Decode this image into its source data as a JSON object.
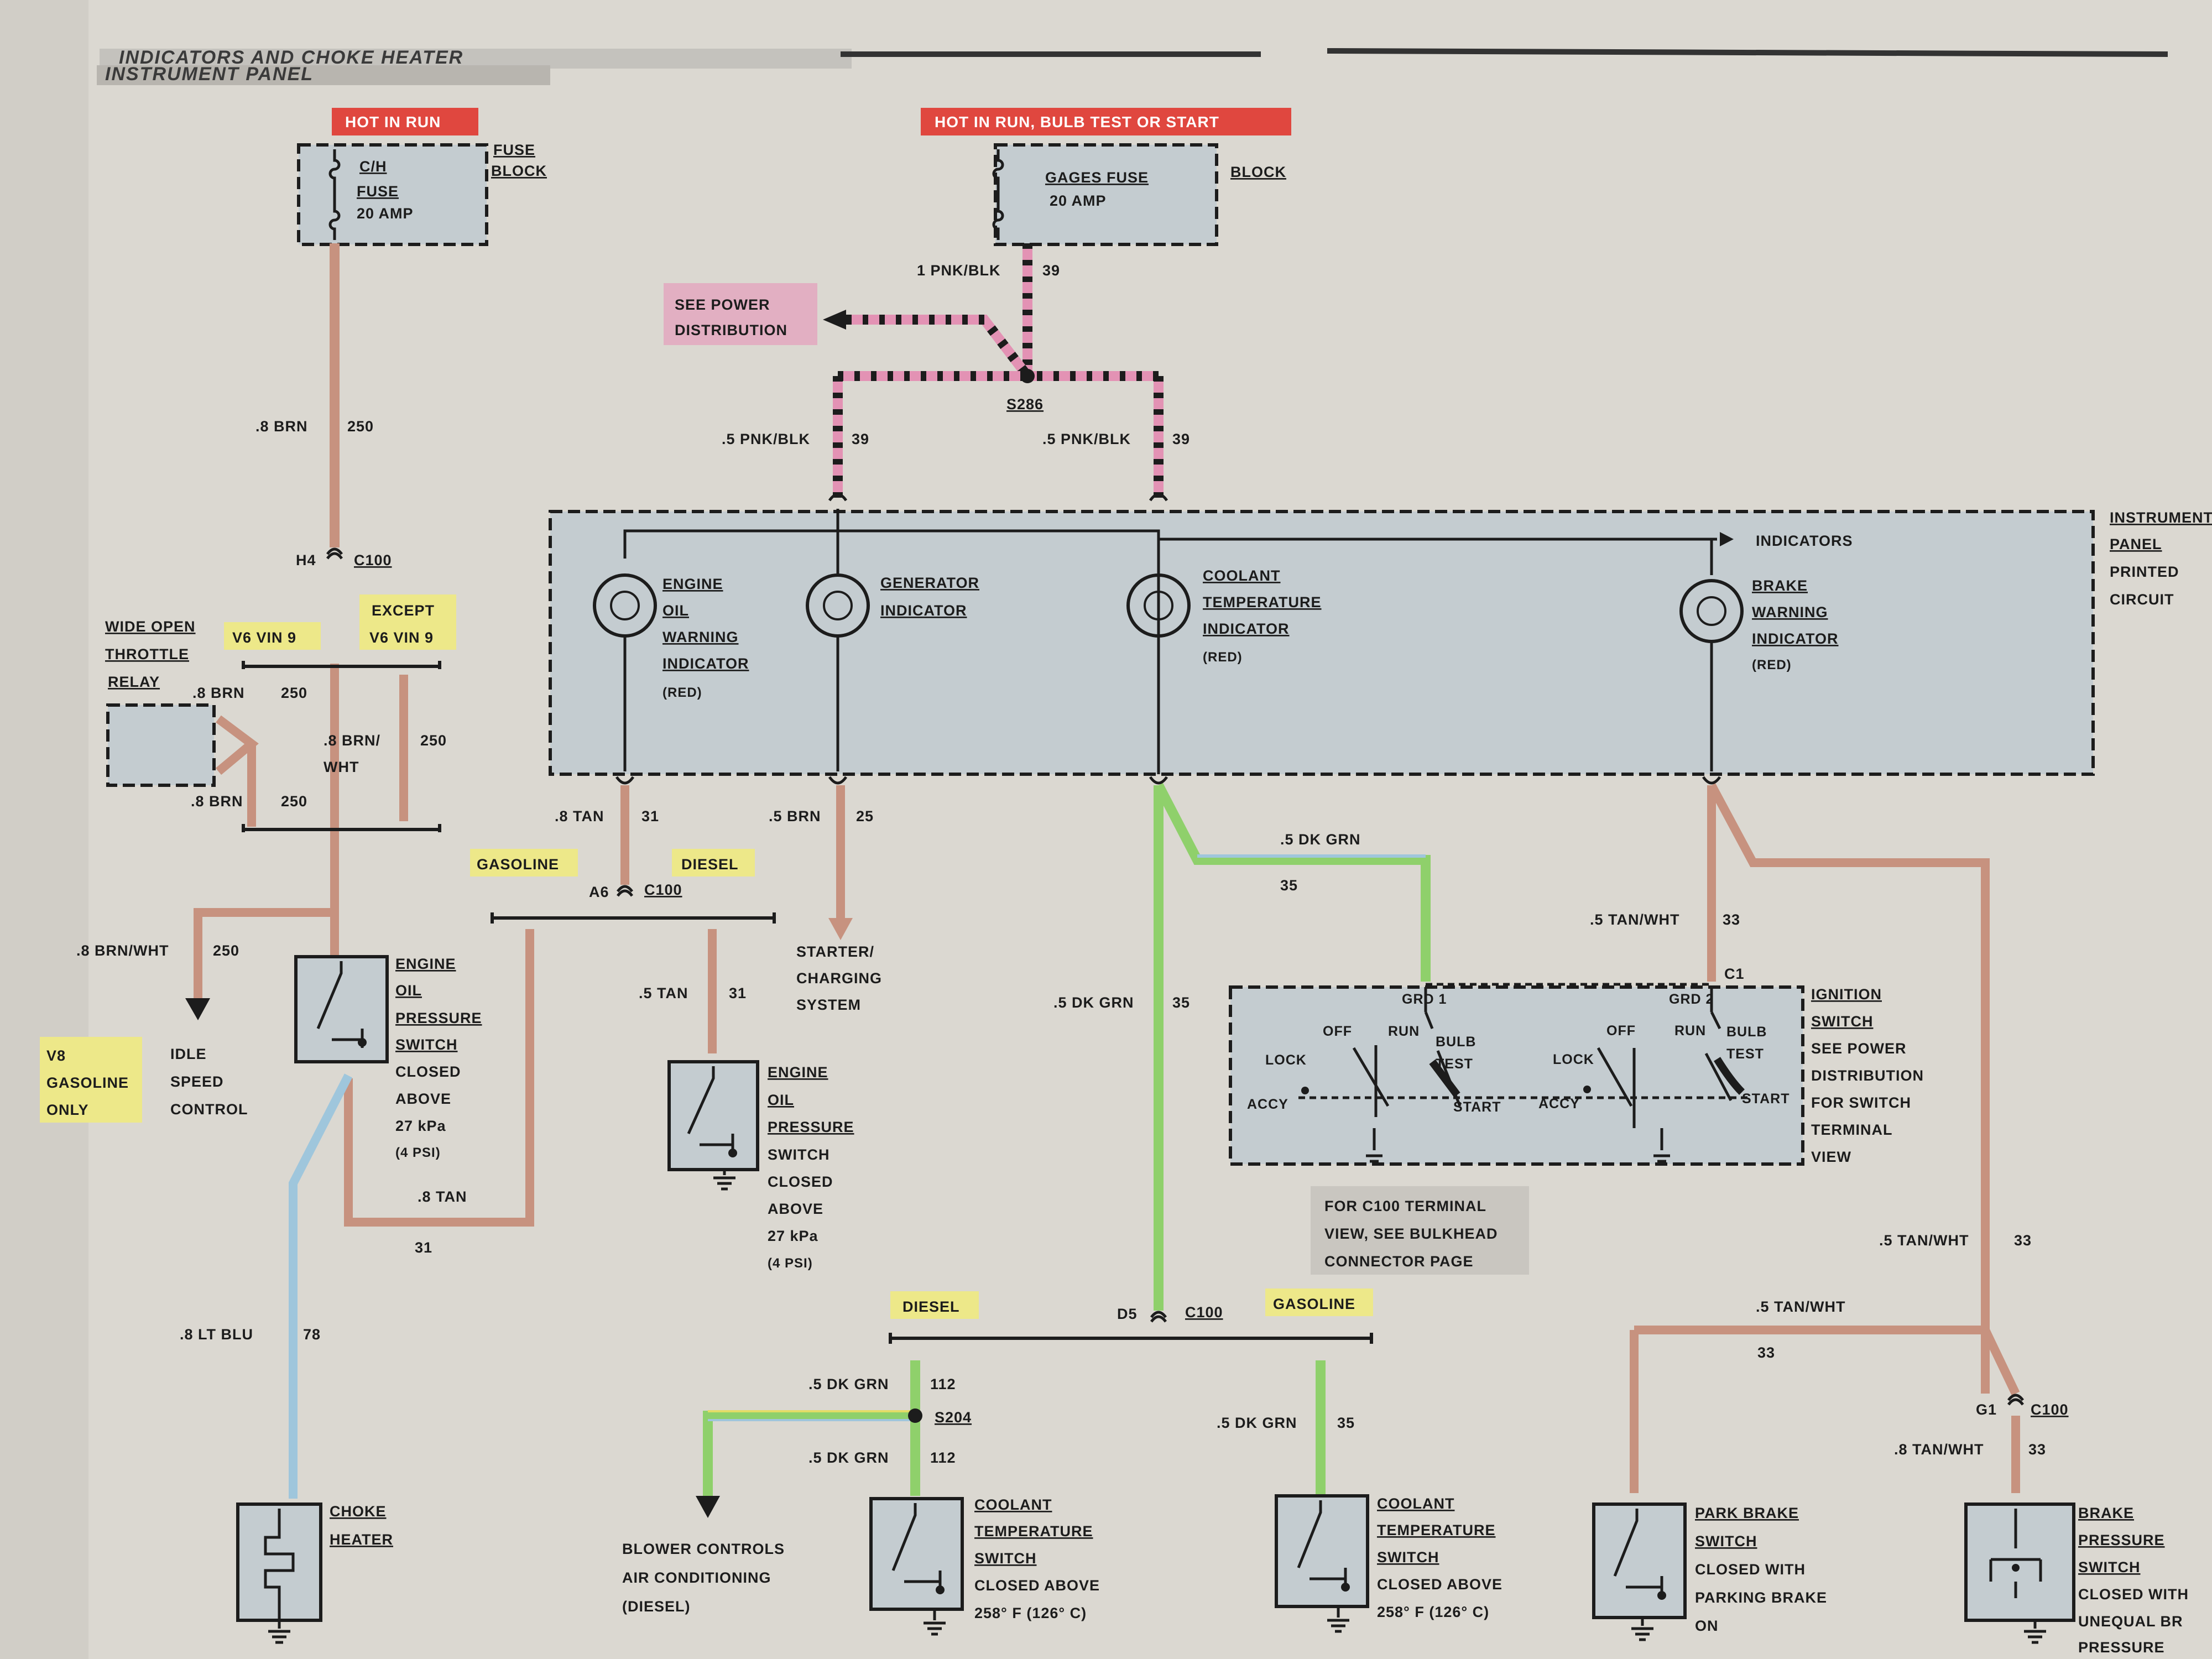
{
  "header": {
    "section": "INDICATORS AND CHOKE HEATER",
    "title": "INSTRUMENT PANEL"
  },
  "tags": {
    "hot_in_run": "HOT IN RUN",
    "hot_bulb_test": "HOT IN RUN,  BULB TEST OR START"
  },
  "fuses": {
    "ch": {
      "name": "C/H",
      "line2": "FUSE",
      "rating": "20 AMP",
      "block_label": "FUSE",
      "block_label2": "BLOCK"
    },
    "gages": {
      "name": "GAGES FUSE",
      "rating": "20 AMP",
      "block_label": "BLOCK"
    }
  },
  "see_power": {
    "line1": "SEE POWER",
    "line2": "DISTRIBUTION"
  },
  "splices": {
    "s286": "S286",
    "s204": "S204"
  },
  "connectors": {
    "h4": "H4",
    "a6": "A6",
    "d5": "D5",
    "g1": "G1",
    "c1": "C1",
    "c100": "C100"
  },
  "wires": {
    "pnk_blk_1": "1 PNK/BLK",
    "c39": "39",
    "pnk_blk_5": ".5 PNK/BLK",
    "brn_8": ".8 BRN",
    "c250": "250",
    "brn_wht_8a": ".8 BRN/",
    "brn_wht_8b": "WHT",
    "brn_wht_8": ".8 BRN/WHT",
    "tan_8": ".8 TAN",
    "c31": "31",
    "brn_5": ".5 BRN",
    "c25": "25",
    "tan_5": ".5 TAN",
    "dk_grn_5": ".5 DK GRN",
    "c35": "35",
    "c112": "112",
    "tan_wht_5": ".5 TAN/WHT",
    "c33": "33",
    "tan_wht_8": ".8 TAN/WHT",
    "lt_blu_8": ".8 LT BLU",
    "c78": "78"
  },
  "variants": {
    "v6_vin9": "V6 VIN 9",
    "except1": "EXCEPT",
    "except2": "V6 VIN 9",
    "gasoline": "GASOLINE",
    "diesel": "DIESEL",
    "v8_1": "V8",
    "v8_2": "GASOLINE",
    "v8_3": "ONLY"
  },
  "instrument_panel": {
    "label1": "INSTRUMENT",
    "label2": "PANEL",
    "label3": "PRINTED",
    "label4": "CIRCUIT",
    "indicators_arrow": "INDICATORS",
    "engine_oil": [
      "ENGINE",
      "OIL",
      "WARNING",
      "INDICATOR",
      "(RED)"
    ],
    "generator": [
      "GENERATOR",
      "INDICATOR"
    ],
    "coolant": [
      "COOLANT",
      "TEMPERATURE",
      "INDICATOR",
      "(RED)"
    ],
    "brake": [
      "BRAKE",
      "WARNING",
      "INDICATOR",
      "(RED)"
    ]
  },
  "components": {
    "wot_relay": [
      "WIDE OPEN",
      "THROTTLE",
      "RELAY"
    ],
    "idle_speed": [
      "IDLE",
      "SPEED",
      "CONTROL"
    ],
    "oil_switch_gas": [
      "ENGINE",
      "OIL",
      "PRESSURE",
      "SWITCH",
      "CLOSED",
      "ABOVE",
      "27 kPa",
      "(4 PSI)"
    ],
    "oil_switch_diesel": [
      "ENGINE",
      "OIL",
      "PRESSURE",
      "SWITCH",
      "CLOSED",
      "ABOVE",
      "27 kPa",
      "(4 PSI)"
    ],
    "starter": [
      "STARTER/",
      "CHARGING",
      "SYSTEM"
    ],
    "choke": [
      "CHOKE",
      "HEATER"
    ],
    "blower": [
      "BLOWER CONTROLS",
      "AIR CONDITIONING",
      "(DIESEL)"
    ],
    "coolant_sw_diesel": [
      "COOLANT",
      "TEMPERATURE",
      "SWITCH",
      "CLOSED ABOVE",
      "258° F (126° C)"
    ],
    "coolant_sw_gas": [
      "COOLANT",
      "TEMPERATURE",
      "SWITCH",
      "CLOSED ABOVE",
      "258° F (126° C)"
    ],
    "park_brake": [
      "PARK BRAKE",
      "SWITCH",
      "CLOSED WITH",
      "PARKING BRAKE",
      "ON"
    ],
    "brake_pressure": [
      "BRAKE",
      "PRESSURE",
      "SWITCH",
      "CLOSED WITH",
      "UNEQUAL BR",
      "PRESSURE"
    ]
  },
  "ignition": {
    "title": [
      "IGNITION",
      "SWITCH",
      "SEE POWER",
      "DISTRIBUTION",
      "FOR SWITCH",
      "TERMINAL",
      "VIEW"
    ],
    "grd1": "GRD 1",
    "grd2": "GRD 2",
    "off": "OFF",
    "run": "RUN",
    "bulb": "BULB",
    "test": "TEST",
    "lock": "LOCK",
    "accy": "ACCY",
    "start": "START"
  },
  "note": [
    "FOR C100 TERMINAL",
    "VIEW, SEE BULKHEAD",
    "CONNECTOR PAGE"
  ],
  "colors": {
    "wire_brown": "#c7927f",
    "wire_pink": "#e392b4",
    "wire_green": "#8fd06b",
    "wire_blue": "#9fc6dc",
    "wire_yellow": "#e3dc66",
    "tag_red": "#e0473f",
    "highlight_yellow": "#ede889",
    "highlight_pink": "#e2afc2",
    "panel_fill": "#c4ccd0"
  }
}
